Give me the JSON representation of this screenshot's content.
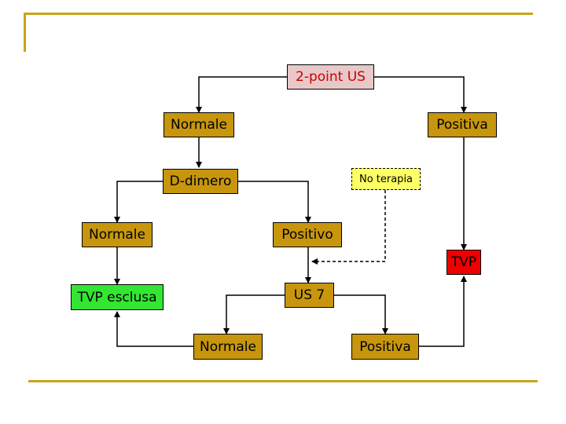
{
  "nodes": {
    "start": "2-point US",
    "normale_1": "Normale",
    "positiva_1": "Positiva",
    "ddimero": "D-dimero",
    "no_terapia": "No terapia",
    "normale_2": "Normale",
    "positivo": "Positivo",
    "tvp": "TVP",
    "tvp_esclusa": "TVP esclusa",
    "us7": "US 7",
    "normale_3": "Normale",
    "positiva_2": "Positiva"
  },
  "colors": {
    "accent_lines": "#c8a418",
    "start_fill": "#e8c8c8",
    "start_text": "#cc0000",
    "node_fill": "#c8960c",
    "excluded_fill": "#33e633",
    "tvp_fill": "#ee0000",
    "note_fill": "#ffff66"
  }
}
